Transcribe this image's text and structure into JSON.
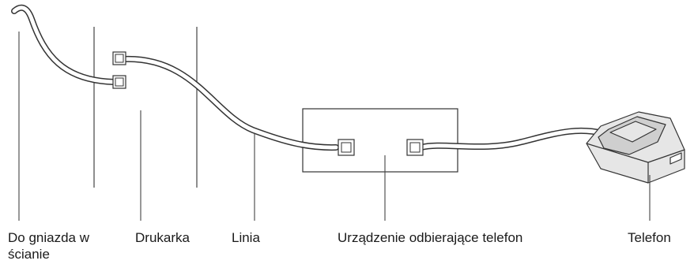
{
  "labels": {
    "wall_jack": "Do gniazda w ścianie",
    "wall_jack_line1": "Do gniazda w",
    "wall_jack_line2": "ścianie",
    "printer": "Drukarka",
    "line": "Linia",
    "answering_device": "Urządzenie odbierające telefon",
    "telephone": "Telefon"
  },
  "colors": {
    "stroke": "#333333",
    "cable": "#ffffff",
    "phone_body": "#e6e6e6",
    "phone_shadow": "#cfcfcf"
  }
}
